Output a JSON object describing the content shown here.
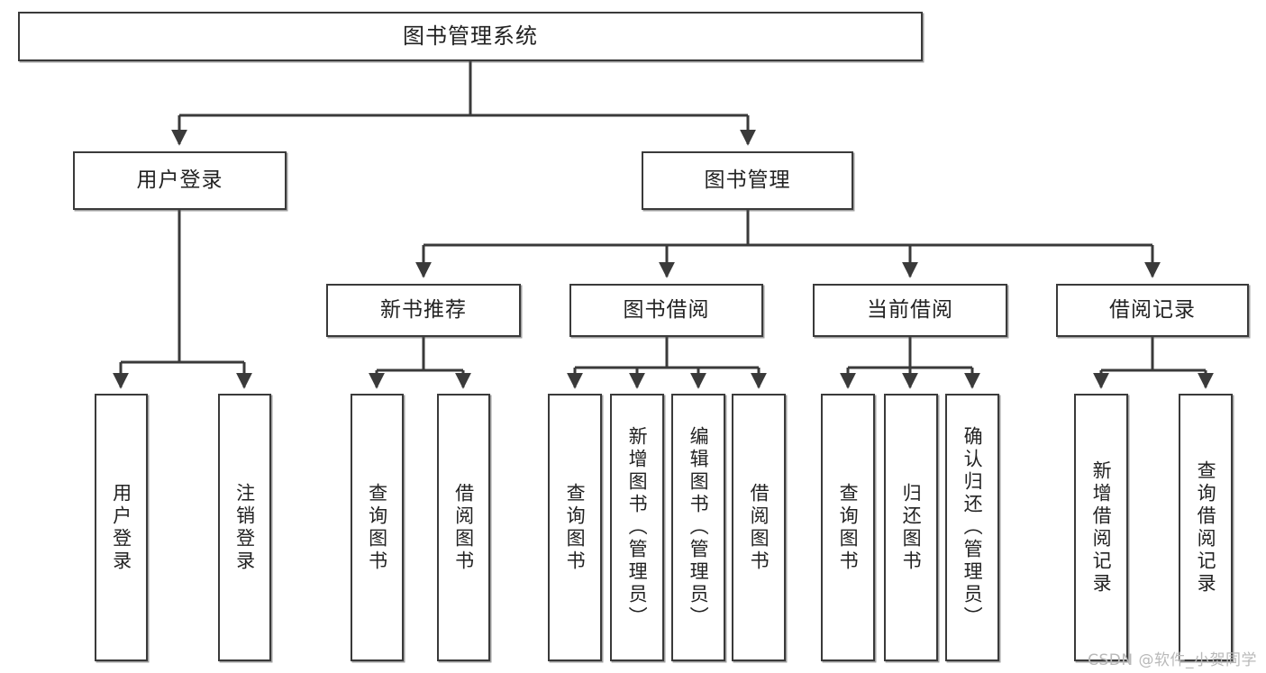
{
  "diagram": {
    "title": "图书管理系统",
    "type": "hierarchy-tree",
    "watermark": "CSDN @软件_小贺同学",
    "colors": {
      "box_border": "#3a3a3a",
      "box_fill": "#ffffff",
      "connector": "#3a3a3a",
      "text": "#222222",
      "watermark": "#b9b9b9",
      "background": "#ffffff"
    },
    "levels": [
      {
        "level": 1,
        "nodes": [
          {
            "id": "root",
            "label": "图书管理系统",
            "orientation": "horizontal"
          }
        ]
      },
      {
        "level": 2,
        "nodes": [
          {
            "id": "user-login",
            "label": "用户登录",
            "orientation": "horizontal",
            "parent": "root"
          },
          {
            "id": "book-manage",
            "label": "图书管理",
            "orientation": "horizontal",
            "parent": "root"
          }
        ]
      },
      {
        "level": 3,
        "nodes": [
          {
            "id": "new-book-rec",
            "label": "新书推荐",
            "orientation": "horizontal",
            "parent": "book-manage"
          },
          {
            "id": "book-borrow",
            "label": "图书借阅",
            "orientation": "horizontal",
            "parent": "book-manage"
          },
          {
            "id": "current-borrow",
            "label": "当前借阅",
            "orientation": "horizontal",
            "parent": "book-manage"
          },
          {
            "id": "borrow-record",
            "label": "借阅记录",
            "orientation": "horizontal",
            "parent": "book-manage"
          }
        ]
      },
      {
        "level": 4,
        "nodes": [
          {
            "id": "leaf-1",
            "label": "用户登录",
            "orientation": "vertical",
            "parent": "user-login"
          },
          {
            "id": "leaf-2",
            "label": "注销登录",
            "orientation": "vertical",
            "parent": "user-login"
          },
          {
            "id": "leaf-3",
            "label": "查询图书",
            "orientation": "vertical",
            "parent": "new-book-rec"
          },
          {
            "id": "leaf-4",
            "label": "借阅图书",
            "orientation": "vertical",
            "parent": "new-book-rec"
          },
          {
            "id": "leaf-5",
            "label": "查询图书",
            "orientation": "vertical",
            "parent": "book-borrow"
          },
          {
            "id": "leaf-6",
            "label": "新增图书（管理员）",
            "orientation": "vertical",
            "parent": "book-borrow"
          },
          {
            "id": "leaf-7",
            "label": "编辑图书（管理员）",
            "orientation": "vertical",
            "parent": "book-borrow"
          },
          {
            "id": "leaf-8",
            "label": "借阅图书",
            "orientation": "vertical",
            "parent": "book-borrow"
          },
          {
            "id": "leaf-9",
            "label": "查询图书",
            "orientation": "vertical",
            "parent": "current-borrow"
          },
          {
            "id": "leaf-10",
            "label": "归还图书",
            "orientation": "vertical",
            "parent": "current-borrow"
          },
          {
            "id": "leaf-11",
            "label": "确认归还（管理员）",
            "orientation": "vertical",
            "parent": "current-borrow"
          },
          {
            "id": "leaf-12",
            "label": "新增借阅记录",
            "orientation": "vertical",
            "parent": "borrow-record"
          },
          {
            "id": "leaf-13",
            "label": "查询借阅记录",
            "orientation": "vertical",
            "parent": "borrow-record"
          }
        ]
      }
    ]
  }
}
